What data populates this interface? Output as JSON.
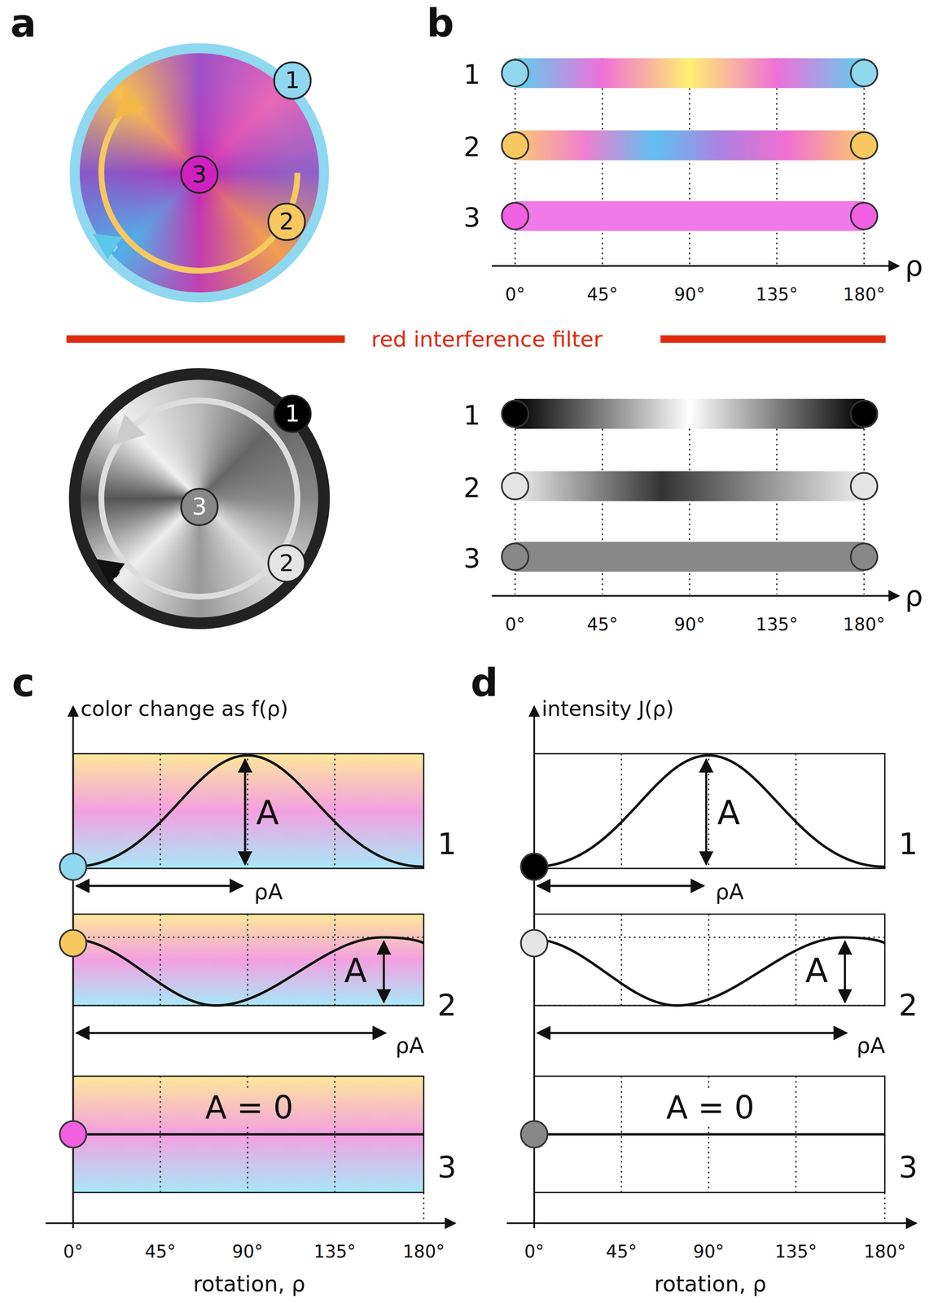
{
  "diagram": {
    "nodes": [
      {
        "text": [
          "1"
        ]
      },
      {
        "text": [
          "3"
        ]
      },
      {
        "text": [
          "2"
        ]
      },
      {
        "text": [
          "1"
        ]
      },
      {
        "text": [
          "3"
        ]
      },
      {
        "text": [
          "2"
        ]
      }
    ],
    "labels": [
      "a",
      "b",
      "1",
      "2",
      "3",
      "0°",
      "45°",
      "90°",
      "135°",
      "180°",
      "ρ",
      "red interference filter",
      "1",
      "2",
      "3",
      "0°",
      "45°",
      "90°",
      "135°",
      "180°",
      "ρ",
      "c",
      "color change as f(ρ)",
      "A",
      "ρA",
      "1",
      "A",
      "2",
      "ρA",
      "A = 0",
      "3",
      "0°",
      "45°",
      "90°",
      "135°",
      "180°",
      "rotation, ρ",
      "d",
      "intensity J(ρ)",
      "A",
      "ρA",
      "1",
      "A",
      "2",
      "ρA",
      "A = 0",
      "3",
      "0°",
      "45°",
      "90°",
      "135°",
      "180°",
      "rotation, ρ"
    ]
  }
}
